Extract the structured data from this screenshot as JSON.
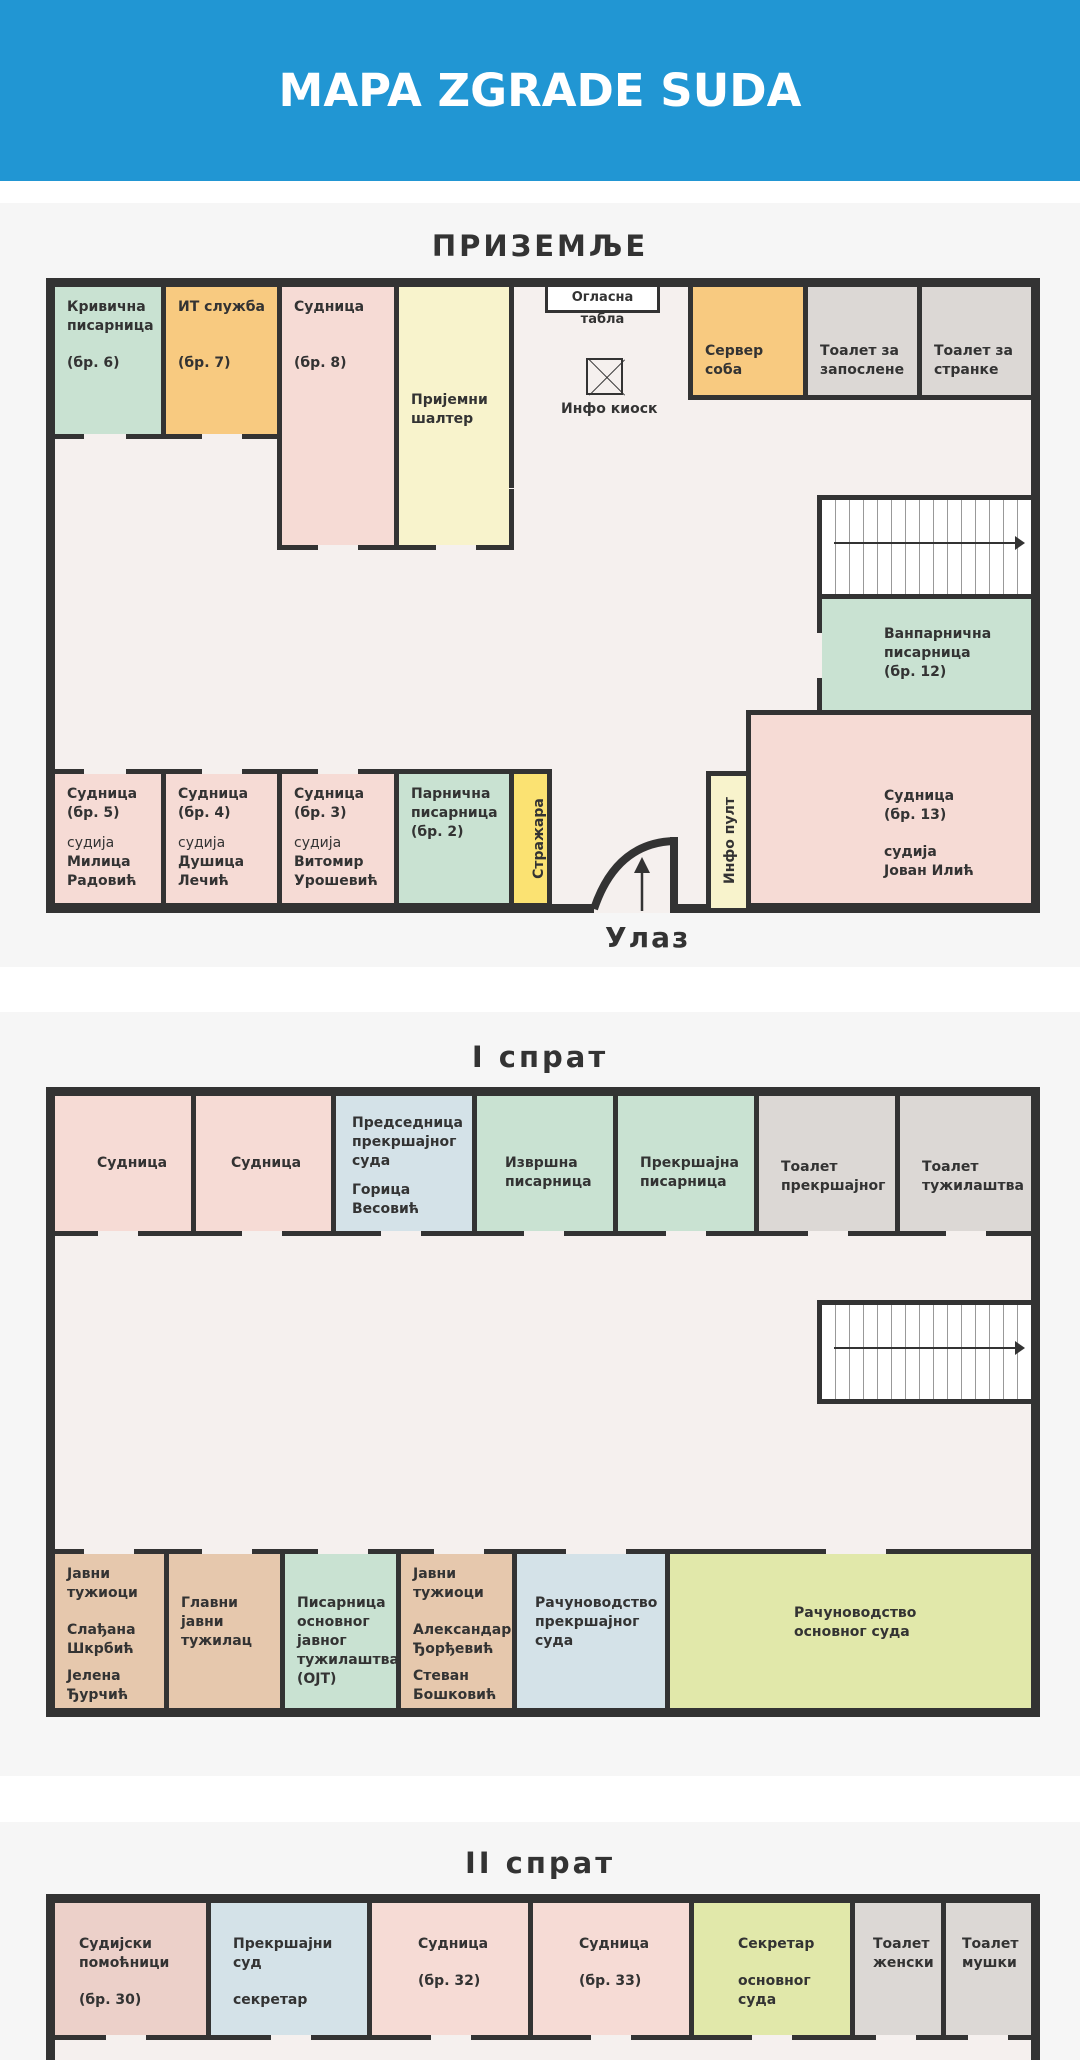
{
  "title": "MAPA ZGRADE SUDA",
  "colors": {
    "header": "#2196d3",
    "wall": "#333333",
    "floor": "#f5f0ee",
    "pink": "#f6dbd5",
    "green": "#c9e2d2",
    "orange": "#f8ca80",
    "cream": "#f8f3cc",
    "gray": "#dcd8d5",
    "blue": "#d4e2e8",
    "tan": "#e6c8ad",
    "lime": "#e1e8aa",
    "yellow": "#fbe272"
  },
  "ground": {
    "title": "ПРИЗЕМЉЕ",
    "board": "Огласна табла",
    "kiosk": "Инфо киоск",
    "info_desk": "Инфо пулт",
    "guard": "Стражара",
    "entrance": "Улаз",
    "rooms": {
      "krivicna": {
        "name": "Кривична\nписарница",
        "num": "(бр. 6)"
      },
      "it": {
        "name": "ИТ служба",
        "num": "(бр. 7)"
      },
      "s8": {
        "name": "Судница",
        "num": "(бр. 8)"
      },
      "prijemni": {
        "name": "Пријемни\nшалтер"
      },
      "server": {
        "name": "Сервер\nсоба"
      },
      "wc_staff": {
        "name": "Тоалет за\nзапослене"
      },
      "wc_parties": {
        "name": "Тоалет за\nстранке"
      },
      "vanparnicna": {
        "name": "Ванпарнична\nписарница\n(бр. 12)"
      },
      "s13": {
        "name": "Судница\n(бр. 13)",
        "role": "судија",
        "judge": "Јован Илић"
      },
      "s5": {
        "name": "Судница\n(бр. 5)",
        "role": "судија",
        "judge": "Милица\nРадовић"
      },
      "s4": {
        "name": "Судница\n(бр. 4)",
        "role": "судија",
        "judge": "Душица\nЛечић"
      },
      "s3": {
        "name": "Судница\n(бр. 3)",
        "role": "судија",
        "judge": "Витомир\nУрошевић"
      },
      "parnicna": {
        "name": "Парнична\nписарница\n(бр. 2)"
      }
    }
  },
  "first": {
    "title": "I спрат",
    "rooms": {
      "s_a": {
        "name": "Судница"
      },
      "s_b": {
        "name": "Судница"
      },
      "predsednica": {
        "name": "Председница\nпрекршајног\nсуда",
        "person": "Горица\nВесовић"
      },
      "izvrsna": {
        "name": "Извршна\nписарница"
      },
      "prekrsajna": {
        "name": "Прекршајна\nписарница"
      },
      "wc_prek": {
        "name": "Тоалет\nпрекршајног"
      },
      "wc_tuz": {
        "name": "Тоалет\nтужилаштва"
      },
      "javni1": {
        "name": "Јавни\nтужиоци",
        "p1": "Слађана\nШкрбић",
        "p2": "Јелена\nЂурчић"
      },
      "glavni": {
        "name": "Главни јавни\nтужилац"
      },
      "pisarnica_ojt": {
        "name": "Писарница\nосновног\nјавног\nтужилаштва\n(OJT)"
      },
      "javni2": {
        "name": "Јавни\nтужиоци",
        "p1": "Александар\nЂорђевић",
        "p2": "Стеван\nБошковић"
      },
      "racun_prek": {
        "name": "Рачуноводство\nпрекршајног\nсуда"
      },
      "racun_osn": {
        "name": "Рачуноводство\nосновног суда"
      }
    }
  },
  "second": {
    "title": "II спрат",
    "rooms": {
      "pomocnici": {
        "name": "Судијски\nпомоћници",
        "num": "(бр. 30)"
      },
      "prek_sud": {
        "name": "Прекршајни суд",
        "sub": "секретар"
      },
      "s32": {
        "name": "Судница",
        "num": "(бр. 32)"
      },
      "s33": {
        "name": "Судница",
        "num": "(бр. 33)"
      },
      "sekretar": {
        "name": "Секретар",
        "sub": "основног\nсуда"
      },
      "wc_z": {
        "name": "Тоалет\nженски"
      },
      "wc_m": {
        "name": "Тоалет\nмушки"
      }
    }
  }
}
